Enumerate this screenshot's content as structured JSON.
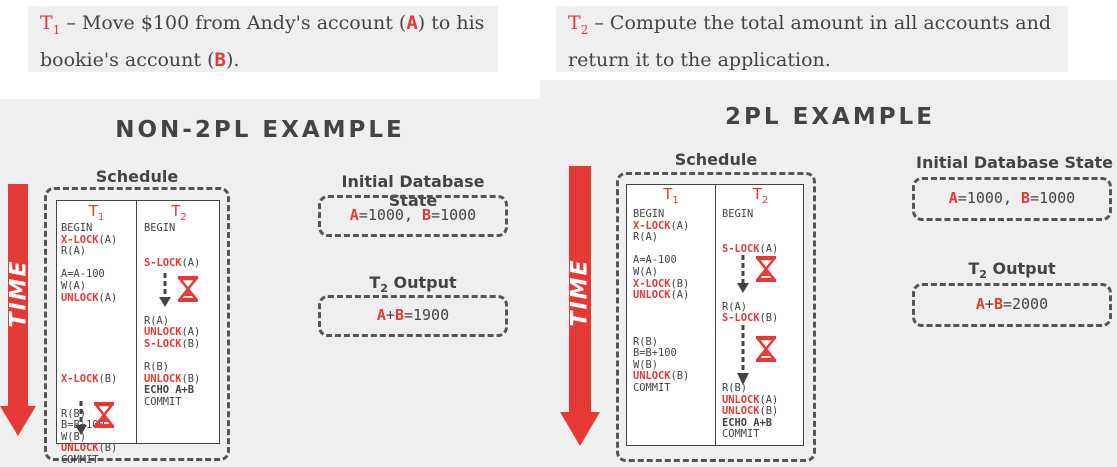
{
  "notes": {
    "t1": {
      "sym": "T",
      "sub": "1",
      "before": " – Move $100 from Andy's account (",
      "a": "A",
      "mid": ") to his bookie's account (",
      "b": "B",
      "after": ")."
    },
    "t2": {
      "sym": "T",
      "sub": "2",
      "text": " – Compute the total amount in all accounts and return it to the application."
    }
  },
  "left": {
    "title": "NON-2PL EXAMPLE",
    "schedule_label": "Schedule",
    "time_label": "TIME",
    "t1_header": {
      "sym": "T",
      "sub": "1"
    },
    "t2_header": {
      "sym": "T",
      "sub": "2"
    },
    "t1_ops": [
      {
        "text": "BEGIN",
        "kind": "plain"
      },
      {
        "op": "X-LOCK",
        "arg": "(A)",
        "kind": "lock"
      },
      {
        "text": "R(A)",
        "kind": "plain"
      },
      {
        "text": "",
        "kind": "gap"
      },
      {
        "text": "A=A-100",
        "kind": "plain"
      },
      {
        "text": "W(A)",
        "kind": "plain"
      },
      {
        "op": "UNLOCK",
        "arg": "(A)",
        "kind": "lock"
      },
      {
        "text": "",
        "kind": "gap"
      },
      {
        "text": "",
        "kind": "gap"
      },
      {
        "text": "",
        "kind": "gap"
      },
      {
        "text": "",
        "kind": "gap"
      },
      {
        "text": "",
        "kind": "gap"
      },
      {
        "text": "",
        "kind": "gap"
      },
      {
        "op": "X-LOCK",
        "arg": "(B)",
        "kind": "lock"
      },
      {
        "text": "",
        "kind": "gap"
      },
      {
        "text": "",
        "kind": "gap"
      },
      {
        "text": "R(B)",
        "kind": "plain"
      },
      {
        "text": "B=B+100",
        "kind": "plain"
      },
      {
        "text": "W(B)",
        "kind": "plain"
      },
      {
        "op": "UNLOCK",
        "arg": "(B)",
        "kind": "lock"
      },
      {
        "text": "COMMIT",
        "kind": "plain"
      }
    ],
    "t2_ops": [
      {
        "text": "BEGIN",
        "kind": "plain"
      },
      {
        "text": "",
        "kind": "gap"
      },
      {
        "text": "",
        "kind": "gap"
      },
      {
        "op": "S-LOCK",
        "arg": "(A)",
        "kind": "lock"
      },
      {
        "text": "",
        "kind": "gap"
      },
      {
        "text": "",
        "kind": "gap"
      },
      {
        "text": "",
        "kind": "gap"
      },
      {
        "text": "",
        "kind": "gap"
      },
      {
        "text": "R(A)",
        "kind": "plain"
      },
      {
        "op": "UNLOCK",
        "arg": "(A)",
        "kind": "lock"
      },
      {
        "op": "S-LOCK",
        "arg": "(B)",
        "kind": "lock"
      },
      {
        "text": "",
        "kind": "gap"
      },
      {
        "text": "R(B)",
        "kind": "plain"
      },
      {
        "op": "UNLOCK",
        "arg": "(B)",
        "kind": "lock"
      },
      {
        "text": "ECHO A+B",
        "kind": "bold"
      },
      {
        "text": "COMMIT",
        "kind": "plain"
      }
    ],
    "init_label": "Initial Database State",
    "init_state": {
      "a_key": "A",
      "a_val": "=1000, ",
      "b_key": "B",
      "b_val": "=1000"
    },
    "output_label": {
      "sym": "T",
      "sub": "2",
      "text": " Output"
    },
    "output": {
      "a": "A",
      "plus": "+",
      "b": "B",
      "val": "=1900"
    }
  },
  "right": {
    "title": "2PL EXAMPLE",
    "schedule_label": "Schedule",
    "time_label": "TIME",
    "t1_header": {
      "sym": "T",
      "sub": "1"
    },
    "t2_header": {
      "sym": "T",
      "sub": "2"
    },
    "t1_ops": [
      {
        "text": "BEGIN",
        "kind": "plain"
      },
      {
        "op": "X-LOCK",
        "arg": "(A)",
        "kind": "lock"
      },
      {
        "text": "R(A)",
        "kind": "plain"
      },
      {
        "text": "",
        "kind": "gap"
      },
      {
        "text": "A=A-100",
        "kind": "plain"
      },
      {
        "text": "W(A)",
        "kind": "plain"
      },
      {
        "op": "X-LOCK",
        "arg": "(B)",
        "kind": "lock"
      },
      {
        "op": "UNLOCK",
        "arg": "(A)",
        "kind": "lock"
      },
      {
        "text": "",
        "kind": "gap"
      },
      {
        "text": "",
        "kind": "gap"
      },
      {
        "text": "",
        "kind": "gap"
      },
      {
        "text": "R(B)",
        "kind": "plain"
      },
      {
        "text": "B=B+100",
        "kind": "plain"
      },
      {
        "text": "W(B)",
        "kind": "plain"
      },
      {
        "op": "UNLOCK",
        "arg": "(B)",
        "kind": "lock"
      },
      {
        "text": "COMMIT",
        "kind": "plain"
      }
    ],
    "t2_ops": [
      {
        "text": "BEGIN",
        "kind": "plain"
      },
      {
        "text": "",
        "kind": "gap"
      },
      {
        "text": "",
        "kind": "gap"
      },
      {
        "op": "S-LOCK",
        "arg": "(A)",
        "kind": "lock"
      },
      {
        "text": "",
        "kind": "gap"
      },
      {
        "text": "",
        "kind": "gap"
      },
      {
        "text": "",
        "kind": "gap"
      },
      {
        "text": "",
        "kind": "gap"
      },
      {
        "text": "R(A)",
        "kind": "plain"
      },
      {
        "op": "S-LOCK",
        "arg": "(B)",
        "kind": "lock"
      },
      {
        "text": "",
        "kind": "gap"
      },
      {
        "text": "",
        "kind": "gap"
      },
      {
        "text": "",
        "kind": "gap"
      },
      {
        "text": "",
        "kind": "gap"
      },
      {
        "text": "",
        "kind": "gap"
      },
      {
        "text": "R(B)",
        "kind": "plain"
      },
      {
        "op": "UNLOCK",
        "arg": "(A)",
        "kind": "lock"
      },
      {
        "op": "UNLOCK",
        "arg": "(B)",
        "kind": "lock"
      },
      {
        "text": "ECHO A+B",
        "kind": "bold"
      },
      {
        "text": "COMMIT",
        "kind": "plain"
      }
    ],
    "init_label": "Initial Database State",
    "init_state": {
      "a_key": "A",
      "a_val": "=1000, ",
      "b_key": "B",
      "b_val": "=1000"
    },
    "output_label": {
      "sym": "T",
      "sub": "2",
      "text": " Output"
    },
    "output": {
      "a": "A",
      "plus": "+",
      "b": "B",
      "val": "=2000"
    }
  },
  "colors": {
    "accent": "#e53935",
    "text": "#444444",
    "panel_bg": "#efefef"
  },
  "icons": {
    "time_arrow": "down-arrow-icon",
    "wait": "hourglass-icon",
    "wait_arrow": "dashed-down-arrow-icon"
  }
}
